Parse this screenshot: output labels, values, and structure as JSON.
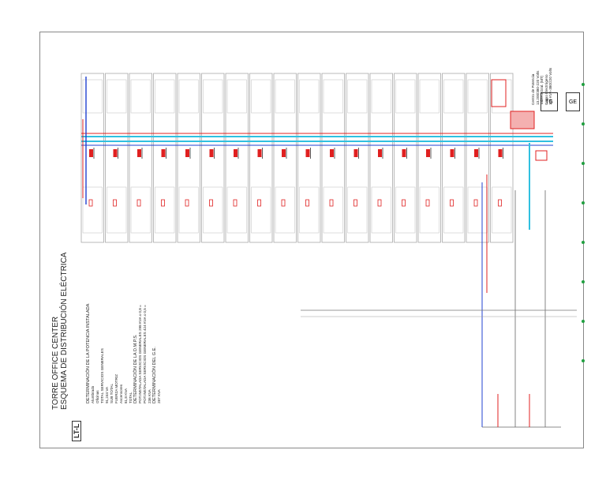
{
  "title": {
    "line1": "TORRE OFFICE CENTER",
    "line2": "ESQUEMA DE DISTRIBUCIÓN ELÉCTRICA"
  },
  "logo": {
    "text": "LT-L"
  },
  "calc": {
    "section1": "DETERMINACIÓN DE LA POTENCIA INSTALADA",
    "section2": "DETERMINACIÓN DE LA D.M.P.S.",
    "section3": "DETERMINACIÓN DEL G.E.",
    "total_servicios": "TOTAL SERVICIOS GENERALES",
    "total_label": "TOTAL",
    "subtotal": "SUB TOTAL",
    "fuerza_motriz": "FUERZA MOTRIZ",
    "alumbrado": "Alumbrado",
    "oficinas": "Oficinas",
    "ascensores": "Ascensores",
    "valor1": "91,244 VA",
    "valor2": "81,8 KVA",
    "valor3": "236 KVA",
    "valor4": "287 KVA",
    "dmps_line1": "POT.INSTALADA SERVICIOS GENERALES  298 KVA x 0,8 =",
    "dmps_line2": "POT.INSTALADA SERVICIOS GENERALES  424 KVA x 0,5 ="
  },
  "right_notes": {
    "line1": "Centro de Potencia",
    "line2": "13.200/380-220 Volts",
    "line3": "Tablero Gral. (MT)",
    "line4": "Grupo Electrógeno",
    "line5": "130 KVA-380/220 Volts"
  },
  "labels": {
    "tablero": "TG",
    "ge": "GE"
  },
  "colors": {
    "feeder_red": "#e02020",
    "bus_cyan": "#30c0e0",
    "bus_blue": "#2040d0",
    "ground_green": "#20a040",
    "grid_gray": "#a8a8a8"
  }
}
